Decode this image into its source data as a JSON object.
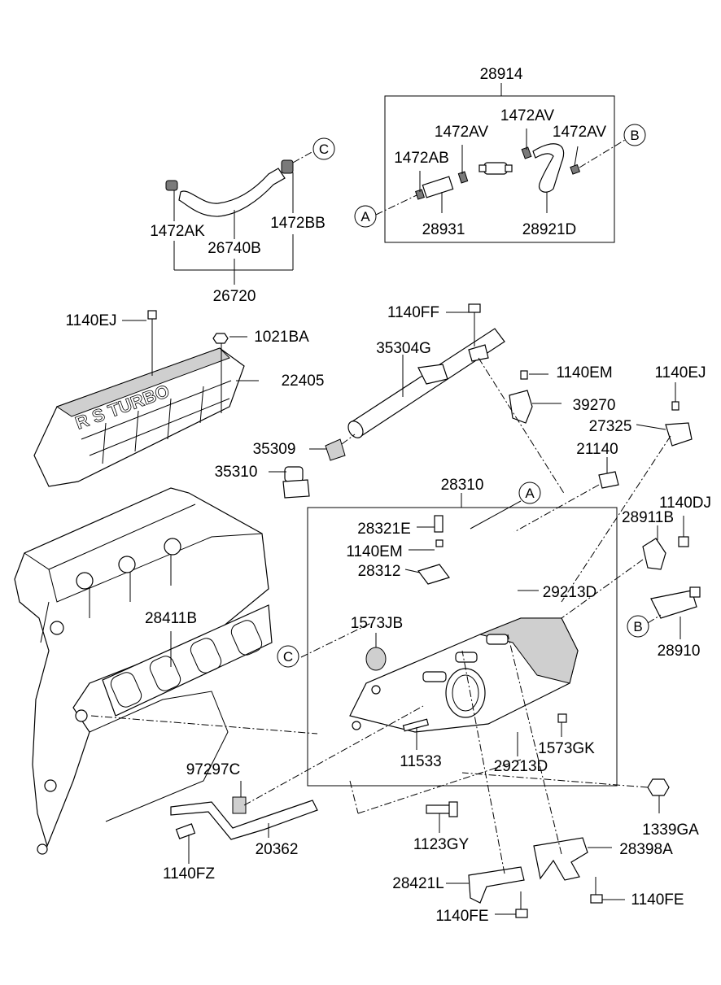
{
  "diagram": {
    "labels": {
      "p28914": "28914",
      "p1472AV_a": "1472AV",
      "p1472AV_b": "1472AV",
      "p1472AV_c": "1472AV",
      "p1472AB": "1472AB",
      "p28931": "28931",
      "p28921D": "28921D",
      "p1472AK": "1472AK",
      "p26740B": "26740B",
      "p1472BB": "1472BB",
      "p26720": "26720",
      "p1140EJ_a": "1140EJ",
      "p1021BA": "1021BA",
      "p22405": "22405",
      "p1140FF": "1140FF",
      "p35304G": "35304G",
      "p1140EM_a": "1140EM",
      "p39270": "39270",
      "p1140EJ_b": "1140EJ",
      "p27325": "27325",
      "p35309": "35309",
      "p35310": "35310",
      "p21140": "21140",
      "p28310": "28310",
      "p28321E": "28321E",
      "p1140DJ": "1140DJ",
      "p28911B": "28911B",
      "p1140EM_b": "1140EM",
      "p28312": "28312",
      "p29213D_a": "29213D",
      "p28411B": "28411B",
      "p1573JB": "1573JB",
      "p28910": "28910",
      "p97297C": "97297C",
      "p11533": "11533",
      "p29213D_b": "29213D",
      "p1573GK": "1573GK",
      "p1339GA": "1339GA",
      "p20362": "20362",
      "p1123GY": "1123GY",
      "p1140FZ": "1140FZ",
      "p28398A": "28398A",
      "p28421L": "28421L",
      "p1140FE_a": "1140FE",
      "p1140FE_b": "1140FE"
    },
    "callouts": {
      "A": "A",
      "B": "B",
      "C": "C"
    },
    "cover_text": "R S TURBO"
  }
}
